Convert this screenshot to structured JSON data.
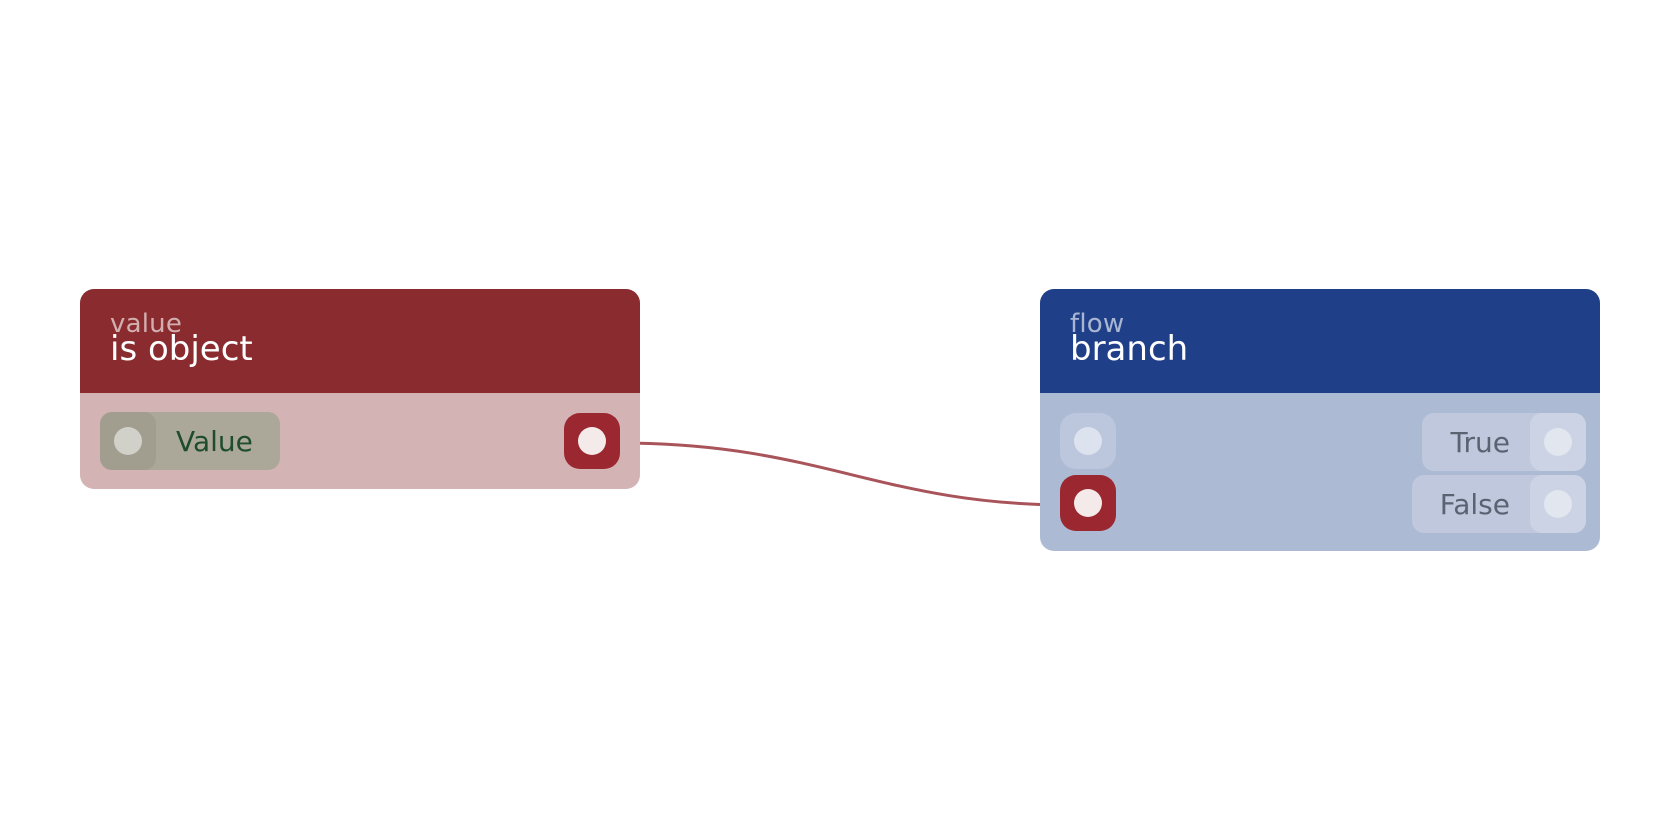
{
  "nodes": {
    "is_object": {
      "category": "value",
      "title": "is object",
      "inputs": [
        {
          "label": "Value"
        }
      ],
      "outputs": [
        {
          "label": ""
        }
      ],
      "header_color": "#8a2c2f",
      "body_color": "#d4b3b4"
    },
    "branch": {
      "category": "flow",
      "title": "branch",
      "inputs": [
        {
          "label": ""
        },
        {
          "label": ""
        }
      ],
      "outputs": [
        {
          "label": "True"
        },
        {
          "label": "False"
        }
      ],
      "header_color": "#1f3f89",
      "body_color": "#adbad4"
    }
  },
  "connections": [
    {
      "from": "is_object.output.0",
      "to": "branch.input.1",
      "color": "#a8545a"
    }
  ]
}
